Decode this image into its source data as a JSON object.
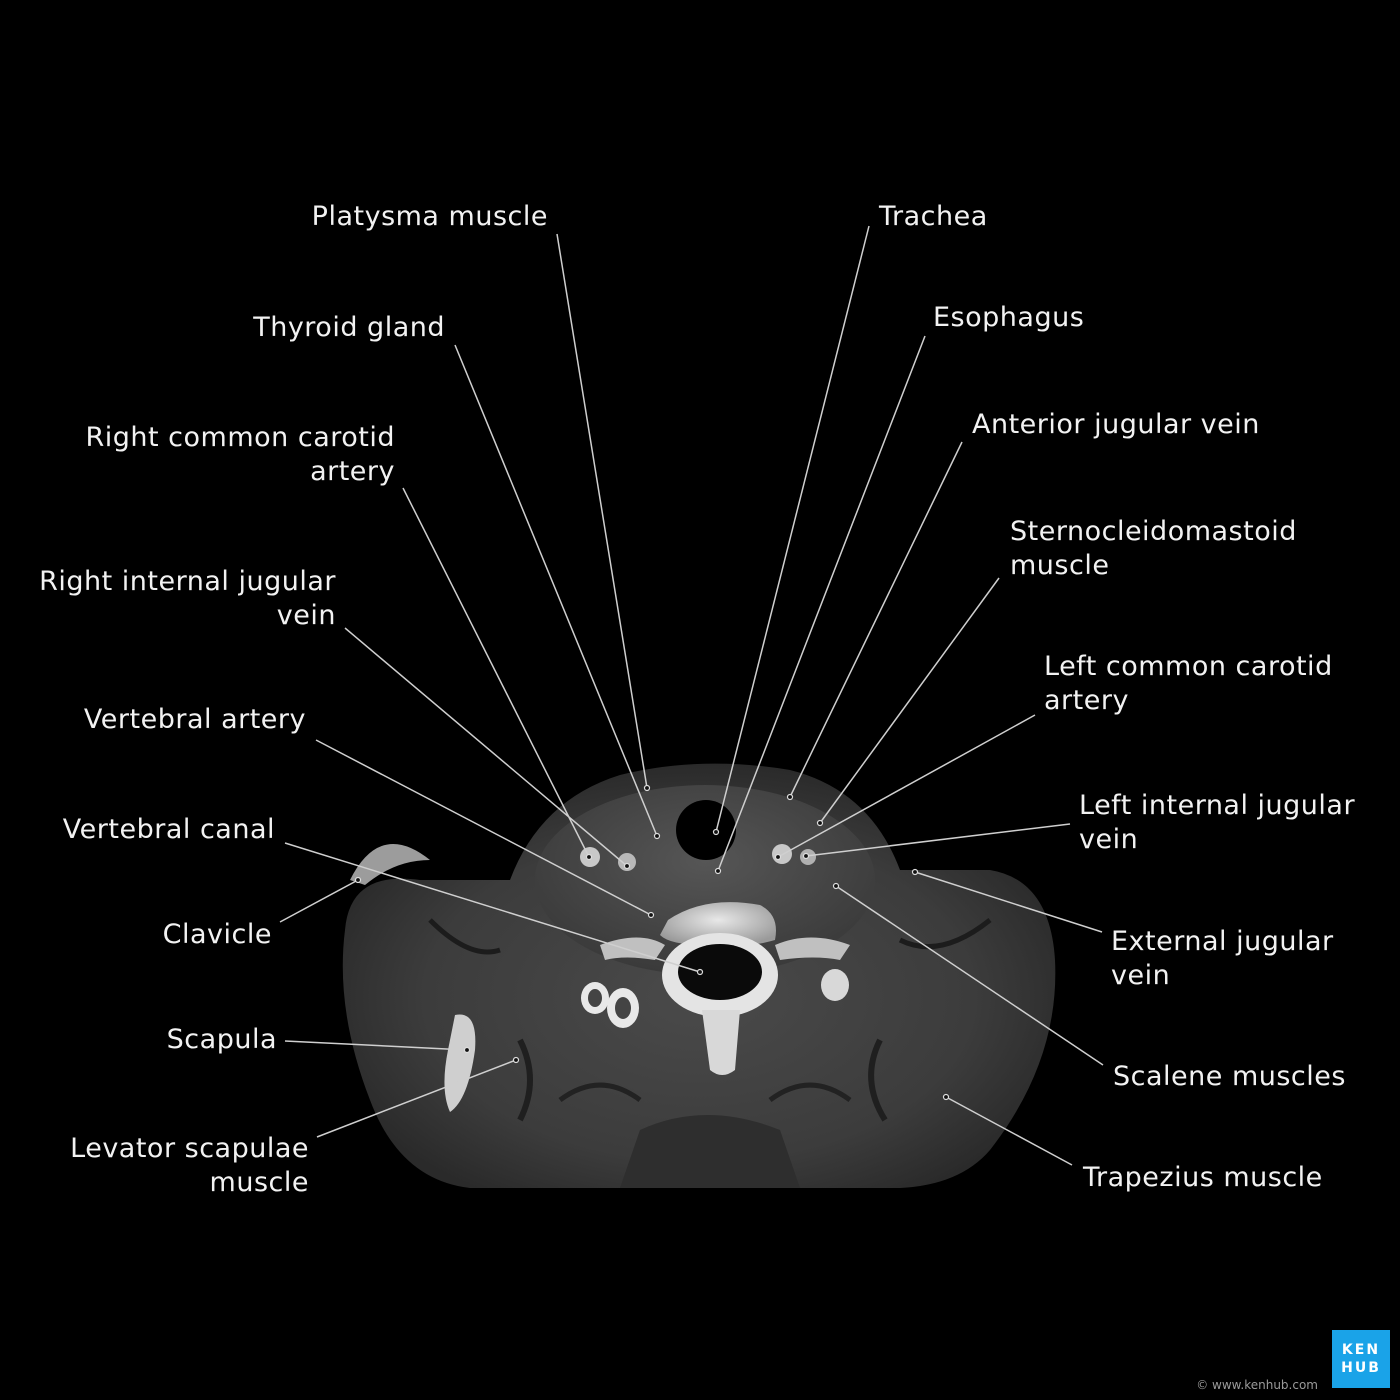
{
  "labels": {
    "platysma": "Platysma muscle",
    "thyroid": "Thyroid gland",
    "r_common_carotid": [
      "Right common carotid",
      "artery"
    ],
    "r_int_jugular": [
      "Right internal jugular",
      "vein"
    ],
    "vertebral_artery": "Vertebral artery",
    "vertebral_canal": "Vertebral canal",
    "clavicle": "Clavicle",
    "scapula": "Scapula",
    "levator_scapulae": [
      "Levator scapulae",
      "muscle"
    ],
    "trachea": "Trachea",
    "esophagus": "Esophagus",
    "ant_jugular": "Anterior jugular vein",
    "scm": [
      "Sternocleidomastoid",
      "muscle"
    ],
    "l_common_carotid": [
      "Left common carotid",
      "artery"
    ],
    "l_int_jugular": [
      "Left internal jugular",
      "vein"
    ],
    "ext_jugular": [
      "External jugular",
      "vein"
    ],
    "scalene": "Scalene muscles",
    "trapezius": "Trapezius muscle"
  },
  "footer": {
    "copyright": "© www.kenhub.com",
    "logo_top": "KEN",
    "logo_bottom": "HUB"
  },
  "colors": {
    "background": "#000000",
    "label_text": "#f2f2f2",
    "leader_line": "#cfcfcf",
    "logo_bg": "#1aa3e8"
  }
}
